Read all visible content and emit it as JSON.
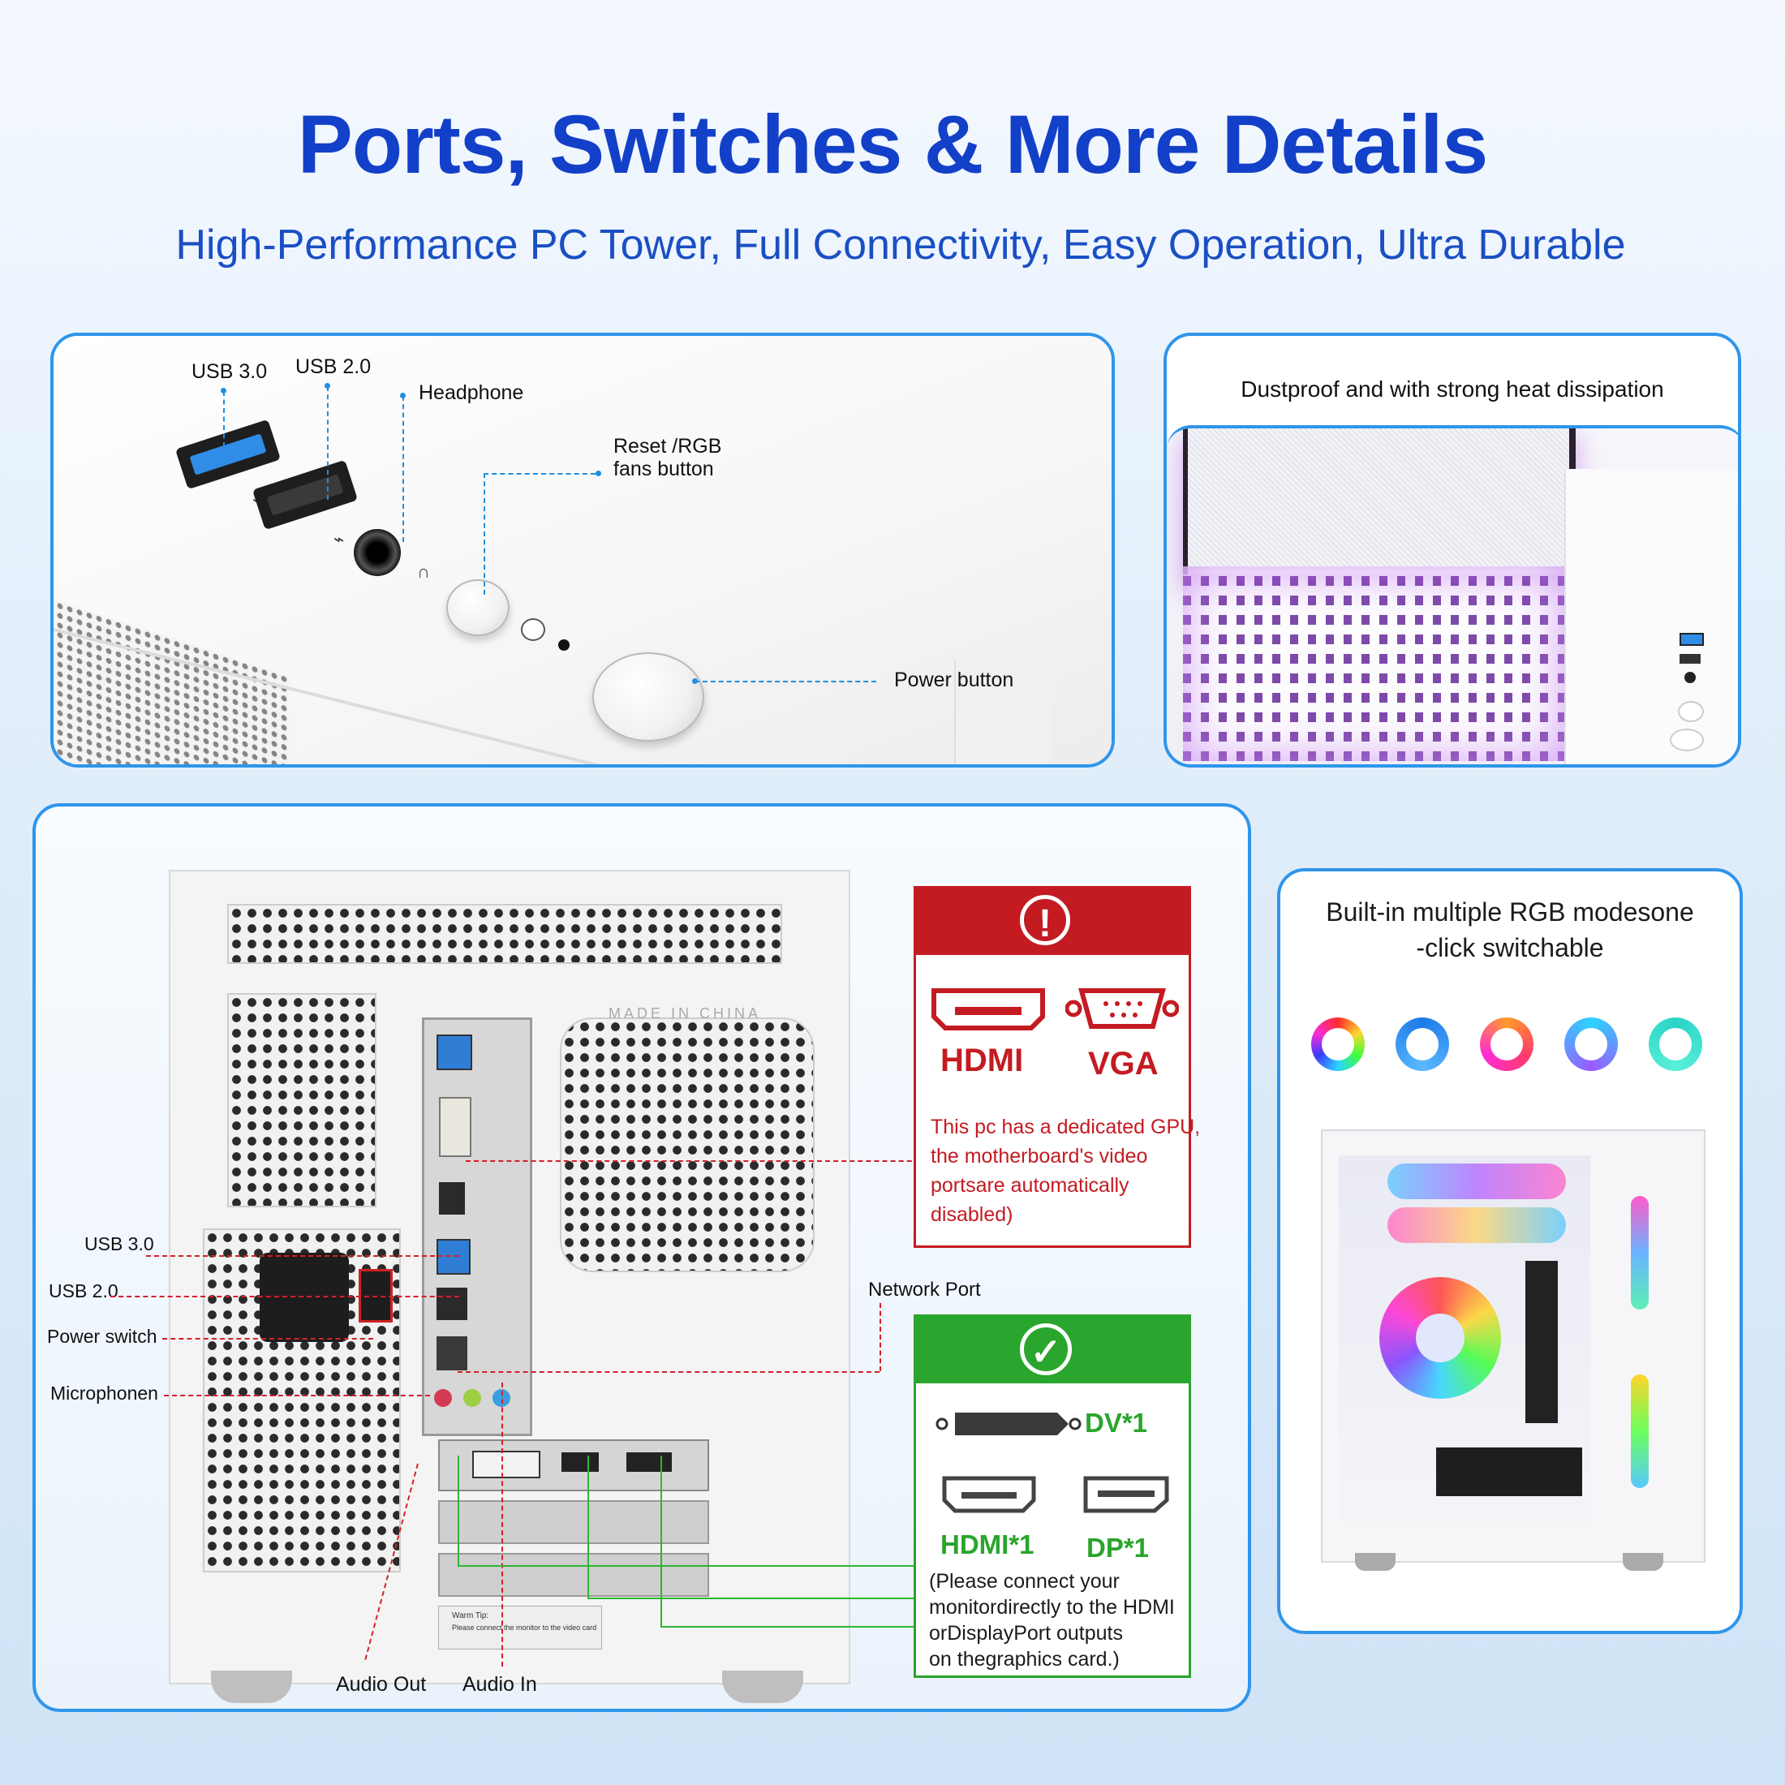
{
  "header": {
    "title": "Ports, Switches & More Details",
    "subtitle": "High-Performance PC Tower, Full Connectivity, Easy Operation, Ultra Durable"
  },
  "top_panel": {
    "usb3": "USB 3.0",
    "usb2": "USB 2.0",
    "headphone": "Headphone",
    "reset_line1": "Reset /RGB",
    "reset_line2": "fans button",
    "power": "Power button"
  },
  "dust_panel": {
    "caption": "Dustproof and with strong heat dissipation"
  },
  "rear_panel": {
    "usb3": "USB 3.0",
    "usb2": "USB 2.0",
    "power_switch": "Power switch",
    "microphone": "Microphonen",
    "network": "Network Port",
    "audio_out": "Audio Out",
    "audio_in": "Audio In",
    "io_stamp": "MADE IN CHINA",
    "tip_line1": "Warm Tip:",
    "tip_line2": "Please connect the monitor to the video card"
  },
  "warning_box": {
    "icon": "exclamation-icon",
    "hdmi": "HDMI",
    "vga": "VGA",
    "line1": "This pc has a dedicated GPU,",
    "line2": "the motherboard's video",
    "line3": "portsare automatically",
    "line4": "disabled)",
    "color": "#c41b22"
  },
  "ok_box": {
    "icon": "checkmark-icon",
    "dv": "DV*1",
    "hdmi": "HDMI*1",
    "dp": "DP*1",
    "line1": "(Please connect your",
    "line2": "monitordirectly to the HDMI",
    "line3": "orDisplayPort outputs",
    "line4": "on thegraphics card.)",
    "color": "#2aa52d"
  },
  "rgb_panel": {
    "line1": "Built-in multiple RGB modesone",
    "line2": "-click switchable",
    "ring_colors": [
      "rainbow",
      "#2f86ea",
      "orange-pink",
      "cyan-violet",
      "#2ad4c8"
    ]
  }
}
